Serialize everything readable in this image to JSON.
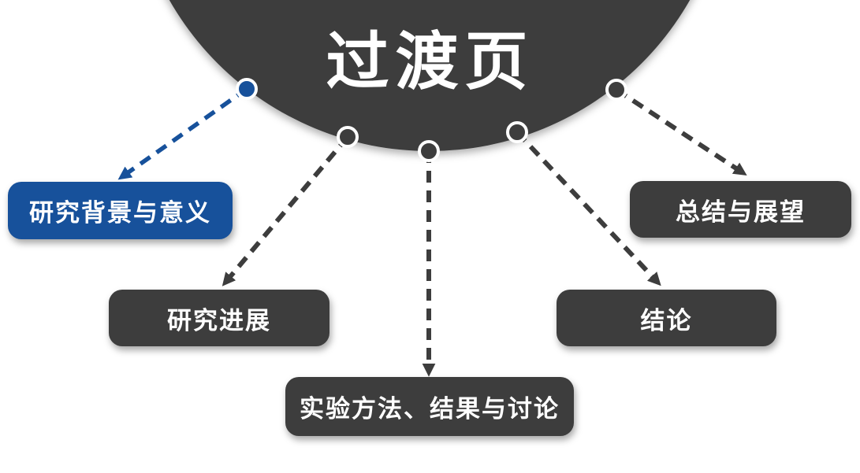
{
  "slide": {
    "title": "过渡页",
    "colors": {
      "dark": "#3d3d3d",
      "blue": "#17519b",
      "background": "#ffffff",
      "text": "#ffffff"
    },
    "nodes": [
      {
        "label": "研究背景与意义",
        "variant": "blue"
      },
      {
        "label": "研究进展",
        "variant": "dark"
      },
      {
        "label": "实验方法、结果与讨论",
        "variant": "dark"
      },
      {
        "label": "结论",
        "variant": "dark"
      },
      {
        "label": "总结与展望",
        "variant": "dark"
      }
    ]
  }
}
